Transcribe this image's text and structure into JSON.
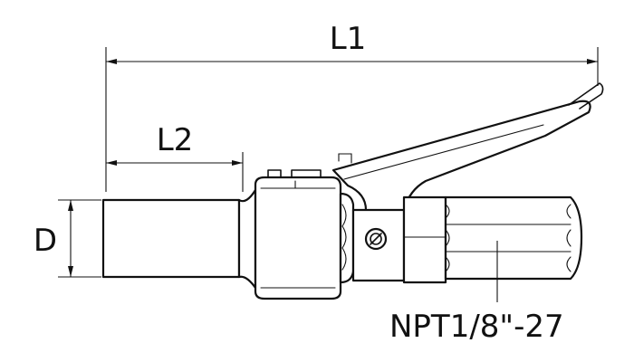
{
  "labels": {
    "L1": "L1",
    "L2": "L2",
    "D": "D",
    "thread": "NPT1/8\"-27"
  },
  "colors": {
    "line": "#111111",
    "background": "#ffffff"
  }
}
